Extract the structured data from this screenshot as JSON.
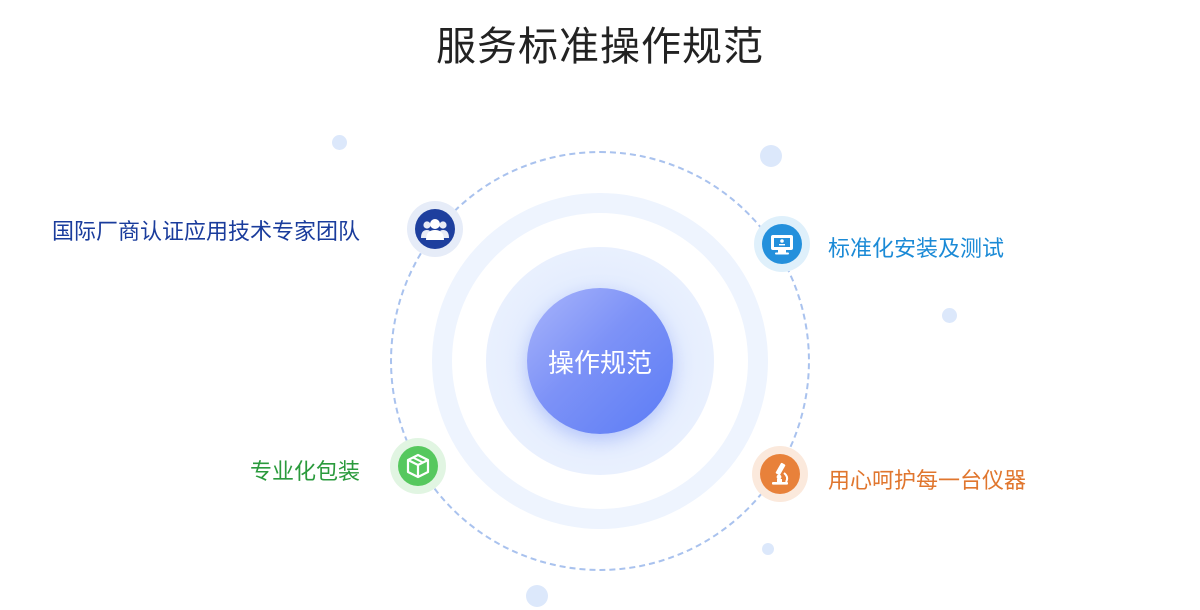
{
  "title": "服务标准操作规范",
  "center": {
    "label": "操作规范"
  },
  "items": [
    {
      "label": "国际厂商认证应用技术专家团队",
      "icon": "team-icon",
      "color": "#1a3c9c"
    },
    {
      "label": "标准化安装及测试",
      "icon": "monitor-icon",
      "color": "#1b8ad6"
    },
    {
      "label": "专业化包装",
      "icon": "box-icon",
      "color": "#2a9a3c"
    },
    {
      "label": "用心呵护每一台仪器",
      "icon": "microscope-icon",
      "color": "#e0762e"
    }
  ]
}
